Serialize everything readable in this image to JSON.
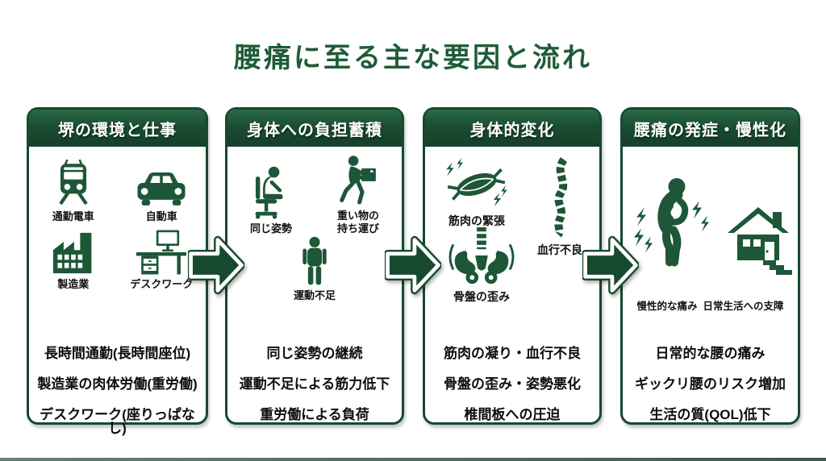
{
  "title": "腰痛に至る主な要因と流れ",
  "colors": {
    "green_header": "#1b4d33",
    "green_border": "#17492f",
    "green_icon": "#1d5737",
    "title_green": "#1e5c38",
    "text_black": "#0d0d0d",
    "background": "#ffffff"
  },
  "panels": [
    {
      "header": "堺の環境と仕事",
      "icons": [
        {
          "name": "train-icon",
          "label": "通勤電車"
        },
        {
          "name": "car-icon",
          "label": "自動車"
        },
        {
          "name": "factory-icon",
          "label": "製造業"
        },
        {
          "name": "desk-icon",
          "label": "デスクワーク"
        }
      ],
      "points": [
        "長時間通勤(長時間座位)",
        "製造業の肉体労働(重労働)",
        "デスクワーク(座りっぱなし)"
      ]
    },
    {
      "header": "身体への負担蓄積",
      "icons": [
        {
          "name": "sitting-posture-icon",
          "label": "同じ姿勢"
        },
        {
          "name": "carrying-box-icon",
          "label": "重い物の\n持ち運び"
        },
        {
          "name": "standing-person-icon",
          "label": "運動不足"
        }
      ],
      "points": [
        "同じ姿勢の継続",
        "運動不足による筋力低下",
        "重労働による負荷"
      ]
    },
    {
      "header": "身体的変化",
      "icons": [
        {
          "name": "muscle-tension-icon",
          "label": "筋肉の緊張"
        },
        {
          "name": "spine-icon",
          "label": "血行不良"
        },
        {
          "name": "pelvis-icon",
          "label": "骨盤の歪み"
        }
      ],
      "points": [
        "筋肉の凝り・血行不良",
        "骨盤の歪み・姿勢悪化",
        "椎間板への圧迫"
      ]
    },
    {
      "header": "腰痛の発症・慢性化",
      "icons": [
        {
          "name": "back-pain-person-icon",
          "label": "慢性的な痛み"
        },
        {
          "name": "house-icon",
          "label": "日常生活への支障"
        }
      ],
      "points": [
        "日常的な腰の痛み",
        "ギックリ腰のリスク増加",
        "生活の質(QOL)低下"
      ]
    }
  ],
  "arrows": [
    {
      "name": "flow-arrow-1"
    },
    {
      "name": "flow-arrow-2"
    },
    {
      "name": "flow-arrow-3"
    }
  ]
}
